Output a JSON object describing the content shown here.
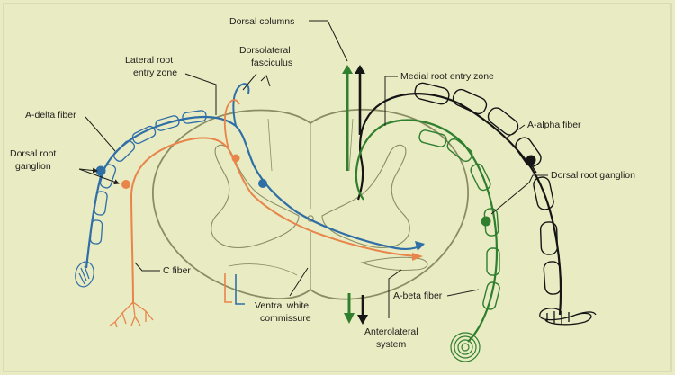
{
  "colors": {
    "background": "#e9ebc3",
    "cord_outline": "#8a8c62",
    "a_delta_fiber": "#2f6fa6",
    "c_fiber": "#e8854a",
    "a_beta_fiber": "#2f7f2f",
    "a_alpha_fiber": "#151515",
    "label_text": "#1e1e1a"
  },
  "labels": {
    "dorsal_columns": "Dorsal columns",
    "lateral_root_entry_zone_l1": "Lateral root",
    "lateral_root_entry_zone_l2": "entry zone",
    "dorsolateral_fasciculus_l1": "Dorsolateral",
    "dorsolateral_fasciculus_l2": "fasciculus",
    "medial_root_entry_zone": "Medial root entry zone",
    "a_delta_fiber": "A-delta fiber",
    "a_alpha_fiber": "A-alpha fiber",
    "dorsal_root_ganglion_left_l1": "Dorsal root",
    "dorsal_root_ganglion_left_l2": "ganglion",
    "dorsal_root_ganglion_right": "Dorsal root ganglion",
    "c_fiber": "C fiber",
    "a_beta_fiber": "A-beta fiber",
    "ventral_white_commissure_l1": "Ventral white",
    "ventral_white_commissure_l2": "commissure",
    "anterolateral_system_l1": "Anterolateral",
    "anterolateral_system_l2": "system"
  }
}
